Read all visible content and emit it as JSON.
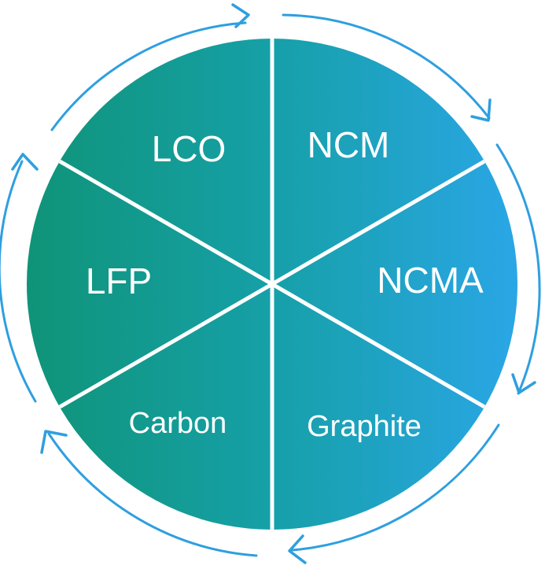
{
  "segments": [
    {
      "key": "lco",
      "label": "LCO"
    },
    {
      "key": "ncm",
      "label": "NCM"
    },
    {
      "key": "ncma",
      "label": "NCMA"
    },
    {
      "key": "graphite",
      "label": "Graphite"
    },
    {
      "key": "carbon",
      "label": "Carbon"
    },
    {
      "key": "lfp",
      "label": "LFP"
    }
  ],
  "colors": {
    "gradient_left": "#0f9478",
    "gradient_right": "#2aa6e6",
    "divider": "#ffffff",
    "arrow": "#2e9fe0"
  },
  "cycle_direction": "clockwise"
}
